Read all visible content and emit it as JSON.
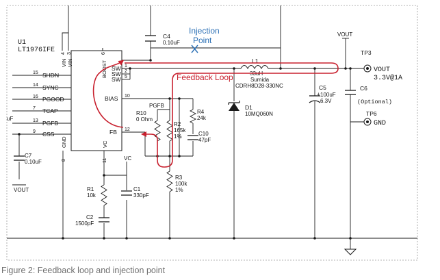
{
  "ic": {
    "ref": "U1",
    "part": "LT1976IFE",
    "left_pins": [
      {
        "num": "15",
        "name": "SHDN"
      },
      {
        "num": "14",
        "name": "SYNC"
      },
      {
        "num": "16",
        "name": "PGOOD"
      },
      {
        "num": "7",
        "name": "TCAP"
      },
      {
        "num": "13",
        "name": "PGFB"
      },
      {
        "num": "9",
        "name": "CSS"
      }
    ],
    "right_pins": [
      {
        "num": "1",
        "name": "SW"
      },
      {
        "num": "2",
        "name": "SW"
      },
      {
        "num": "5",
        "name": "SW"
      },
      {
        "num": "10",
        "name": "BIAS"
      },
      {
        "num": "12",
        "name": "FB"
      }
    ],
    "top_pins": [
      {
        "num": "4",
        "name": "VIN"
      },
      {
        "num": "3",
        "name": "VIN"
      },
      {
        "num": "6",
        "name": "BOOST"
      }
    ],
    "bottom_pins": [
      {
        "num": "8",
        "name": "GND"
      },
      {
        "num": "11",
        "name": "VC"
      }
    ]
  },
  "components": {
    "c4": {
      "ref": "C4",
      "value": "0.10uF"
    },
    "l1": {
      "ref": "L1",
      "value": "33uH",
      "vendor": "Sumida",
      "part": "CDRH8D28-330NC"
    },
    "d1": {
      "ref": "D1",
      "part": "10MQ060N"
    },
    "c5": {
      "ref": "C5",
      "value": "100uF",
      "voltage": "6.3V"
    },
    "c6": {
      "ref": "C6",
      "note": "(Optional)"
    },
    "r10": {
      "ref": "R10",
      "value": "0 Ohm"
    },
    "r2": {
      "ref": "R2",
      "value": "165k",
      "tol": "1%"
    },
    "r4": {
      "ref": "R4",
      "value": "24k"
    },
    "c10": {
      "ref": "C10",
      "value": "47pF"
    },
    "r3": {
      "ref": "R3",
      "value": "100k",
      "tol": "1%"
    },
    "r1": {
      "ref": "R1",
      "value": "10k"
    },
    "c1": {
      "ref": "C1",
      "value": "330pF"
    },
    "c2": {
      "ref": "C2",
      "value": "1500pF"
    },
    "c7": {
      "ref": "C7",
      "value": "0.10uF"
    }
  },
  "nets": {
    "vout_top": "VOUT",
    "vout_left": "VOUT",
    "vc": "VC",
    "pgfb": "PGFB",
    "uf_stub": "uF"
  },
  "test_points": {
    "tp3": {
      "ref": "TP3",
      "label": "VOUT",
      "rating": "3.3V@1A"
    },
    "tp6": {
      "ref": "TP6",
      "label": "GND"
    }
  },
  "annotations": {
    "injection_line1": "Injection",
    "injection_line2": "Point",
    "feedback_loop": "Feedback Loop"
  },
  "colors": {
    "loop": "#c8202e",
    "injection": "#2a6fb5",
    "wire": "#1a1a1a",
    "border": "#9a9a9a"
  },
  "caption": "Figure 2: Feedback loop and injection point"
}
